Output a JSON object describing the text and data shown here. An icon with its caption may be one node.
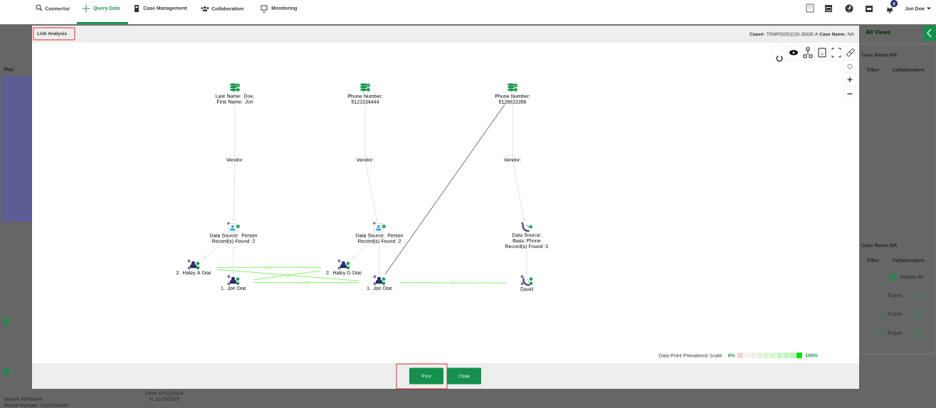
{
  "diagram": {
    "nodes": [
      {
        "text": [
          "Last Name: Doe, First Name: Jon"
        ]
      },
      {
        "text": [
          "Phone Number: 5123334444"
        ]
      },
      {
        "text": [
          "Phone Number: 5126633356"
        ]
      },
      {
        "text": [
          "Vendor:"
        ]
      },
      {
        "text": [
          "Vendor:"
        ]
      },
      {
        "text": [
          "Vendor:"
        ]
      },
      {
        "text": [
          "Data Source: Person Record(s) Found :2"
        ]
      },
      {
        "text": [
          "Data Source: Person Record(s) Found :2"
        ]
      },
      {
        "text": [
          "Data Source: Basic Phone Record(s) Found :1"
        ]
      },
      {
        "text": [
          "2. Haley A Doe"
        ]
      },
      {
        "text": [
          "1. Jon Doe"
        ]
      },
      {
        "text": [
          "2. Haley D Doe"
        ]
      },
      {
        "text": [
          "1. Jon Doe"
        ]
      },
      {
        "text": [
          "David"
        ]
      }
    ],
    "edges": [
      {
        "from": 0,
        "to": 3,
        "arrow": "to"
      },
      {
        "from": 3,
        "to": 6,
        "arrow": "to"
      },
      {
        "from": 1,
        "to": 4,
        "arrow": "to"
      },
      {
        "from": 4,
        "to": 7,
        "arrow": "to"
      },
      {
        "from": 2,
        "to": 5,
        "arrow": "to"
      },
      {
        "from": 5,
        "to": 8,
        "arrow": "to"
      },
      {
        "from": 6,
        "to": 9,
        "arrow": "to"
      },
      {
        "from": 6,
        "to": 10,
        "arrow": "to"
      },
      {
        "from": 7,
        "to": 11,
        "arrow": "to"
      },
      {
        "from": 7,
        "to": 12,
        "arrow": "to"
      },
      {
        "from": 8,
        "to": 13,
        "arrow": "to"
      },
      {
        "from": 12,
        "to": 2,
        "arrow": "none",
        "color": "#2b2d6e"
      },
      {
        "from": 9,
        "to": 11,
        "arrow": "none",
        "color": "#66ee44"
      },
      {
        "from": 9,
        "to": 12,
        "arrow": "none",
        "color": "#66ee44"
      },
      {
        "from": 10,
        "to": 11,
        "arrow": "none",
        "color": "#66ee44"
      },
      {
        "from": 10,
        "to": 12,
        "arrow": "none",
        "color": "#66ee44"
      },
      {
        "from": 12,
        "to": 13,
        "arrow": "none",
        "color": "#66ee44"
      }
    ],
    "labels": [
      "Connector",
      "Query Data",
      "Case Management",
      "Collaboration",
      "Monitoring",
      "Jon Doe",
      "0",
      "Link Analysis",
      "**Case#:** TEMP20251120-JDOE-A **Case Name:** NA",
      "All Views",
      "Map",
      "Case Name:NA",
      "Filter",
      "Collaborators",
      "Case Name:NA",
      "Filter",
      "Collaborators",
      "Display All",
      "Export",
      "Export",
      "Export",
      "Search Attributes",
      "Phone Number: 5123334444",
      "From 07/12/1984 to 11/19/2025",
      "Data Point Prevalence Scale",
      "Print",
      "Close"
    ],
    "legend": [
      {
        "text": "0%",
        "color": "#fbd3d3"
      },
      {
        "text": "100%",
        "color": "#00e000"
      }
    ]
  }
}
